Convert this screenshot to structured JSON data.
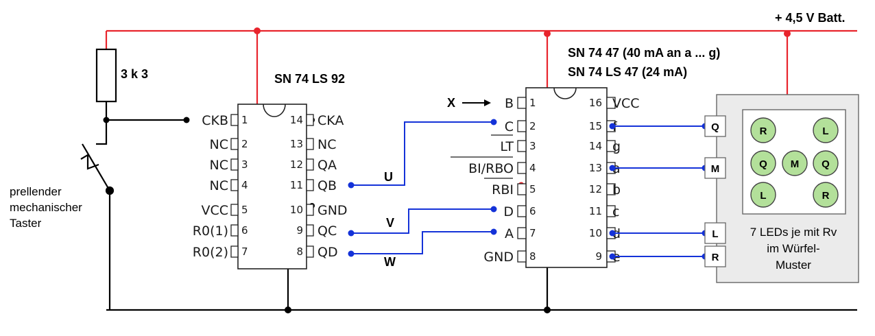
{
  "supply_label": "+ 4,5 V Batt.",
  "resistor_label": "3 k 3",
  "switch_label": [
    "prellender",
    "mechanischer",
    "Taster"
  ],
  "ic1": {
    "title": "SN 74 LS 92",
    "left_pins": [
      {
        "label": "CKB",
        "num": "1"
      },
      {
        "label": "NC",
        "num": "2"
      },
      {
        "label": "NC",
        "num": "3"
      },
      {
        "label": "NC",
        "num": "4"
      },
      {
        "label": "VCC",
        "num": "5"
      },
      {
        "label": "R0(1)",
        "num": "6"
      },
      {
        "label": "R0(2)",
        "num": "7"
      }
    ],
    "right_pins": [
      {
        "label": "CKA",
        "num": "14"
      },
      {
        "label": "NC",
        "num": "13"
      },
      {
        "label": "QA",
        "num": "12"
      },
      {
        "label": "QB",
        "num": "11"
      },
      {
        "label": "GND",
        "num": "10"
      },
      {
        "label": "QC",
        "num": "9"
      },
      {
        "label": "QD",
        "num": "8"
      }
    ]
  },
  "ic2": {
    "title_line1": "SN 74 47  (40 mA an a ... g)",
    "title_line2": "SN 74 LS 47  (24 mA)",
    "left_pins": [
      {
        "label": "B",
        "num": "1"
      },
      {
        "label": "C",
        "num": "2"
      },
      {
        "label": "LT",
        "num": "3"
      },
      {
        "label": "BI/RBO",
        "num": "4"
      },
      {
        "label": "RBI",
        "num": "5"
      },
      {
        "label": "D",
        "num": "6"
      },
      {
        "label": "A",
        "num": "7"
      },
      {
        "label": "GND",
        "num": "8"
      }
    ],
    "right_pins": [
      {
        "label": "VCC",
        "num": "16"
      },
      {
        "label": "f",
        "num": "15"
      },
      {
        "label": "g",
        "num": "14"
      },
      {
        "label": "a",
        "num": "13"
      },
      {
        "label": "b",
        "num": "12"
      },
      {
        "label": "c",
        "num": "11"
      },
      {
        "label": "d",
        "num": "10"
      },
      {
        "label": "e",
        "num": "9"
      }
    ]
  },
  "wire_labels": {
    "x": "X",
    "u": "U",
    "v": "V",
    "w": "W"
  },
  "led_connectors": [
    "Q",
    "M",
    "L",
    "R"
  ],
  "led_grid": [
    "R",
    "L",
    "Q",
    "M",
    "Q",
    "L",
    "R"
  ],
  "led_box_text": [
    "7 LEDs je mit Rv",
    "im Würfel-",
    "Muster"
  ],
  "colors": {
    "supply": "#e8242c",
    "signal": "#1432d8",
    "ground": "#000000",
    "module_fill": "#ebebeb",
    "led_fill": "#b3e09a"
  }
}
